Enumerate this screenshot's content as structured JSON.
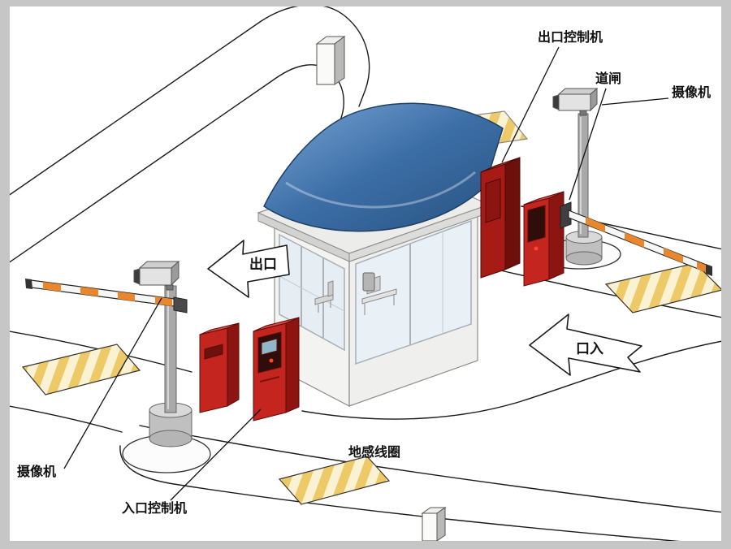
{
  "annotations": {
    "exit_controller": {
      "label": "出口控制机"
    },
    "barrier": {
      "label": "道闸"
    },
    "camera_right": {
      "label": "摄像机"
    },
    "camera_left": {
      "label": "摄像机"
    },
    "entrance_controller": {
      "label": "入口控制机"
    },
    "ground_loop": {
      "label": "地感线圈"
    }
  },
  "road_markings": {
    "exit_arrow": "出口",
    "entrance_arrow": "口入"
  },
  "colors": {
    "canopy_blue": "#3c6ea6",
    "machine_red": "#c4251f",
    "stripe_yellow": "#eec968",
    "arm_orange": "#e8872e",
    "line_black": "#1a1a1a",
    "frame_gray": "#c6c6c6"
  }
}
